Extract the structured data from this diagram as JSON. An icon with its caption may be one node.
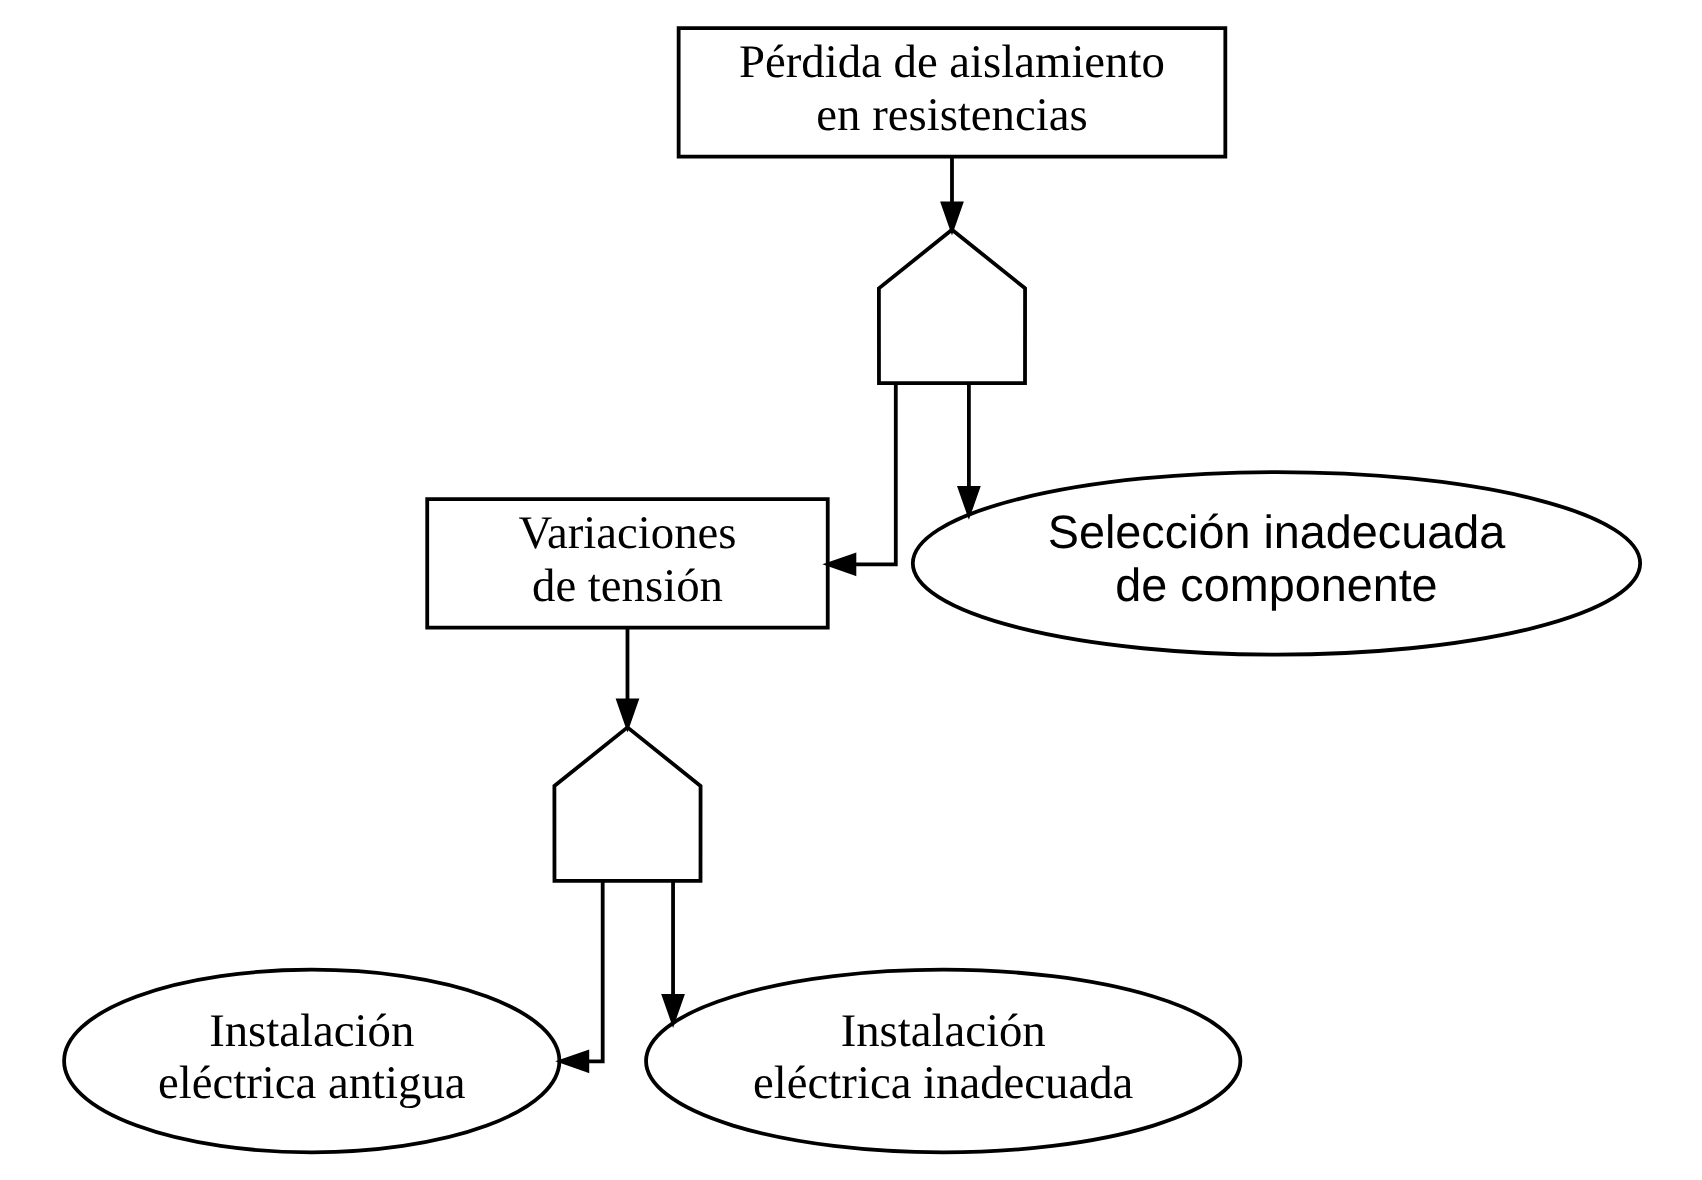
{
  "diagram": {
    "nodes": [
      {
        "text": [
          "Pérdida de aislamiento en resistencias"
        ]
      },
      {
        "text": [],
        "shape": "gate"
      },
      {
        "text": [
          "Variaciones de tensión"
        ]
      },
      {
        "text": [
          "Selección inadecuada de componente"
        ]
      },
      {
        "text": [],
        "shape": "gate"
      },
      {
        "text": [
          "Instalación eléctrica antigua"
        ]
      },
      {
        "text": [
          "Instalación eléctrica inadecuada"
        ]
      }
    ],
    "edges": [
      {
        "from": 0,
        "to": 1,
        "arrow": "to"
      },
      {
        "from": 1,
        "to": 2,
        "arrow": "to"
      },
      {
        "from": 1,
        "to": 3,
        "arrow": "to"
      },
      {
        "from": 2,
        "to": 4,
        "arrow": "to"
      },
      {
        "from": 4,
        "to": 5,
        "arrow": "to"
      },
      {
        "from": 4,
        "to": 6,
        "arrow": "to"
      }
    ]
  }
}
